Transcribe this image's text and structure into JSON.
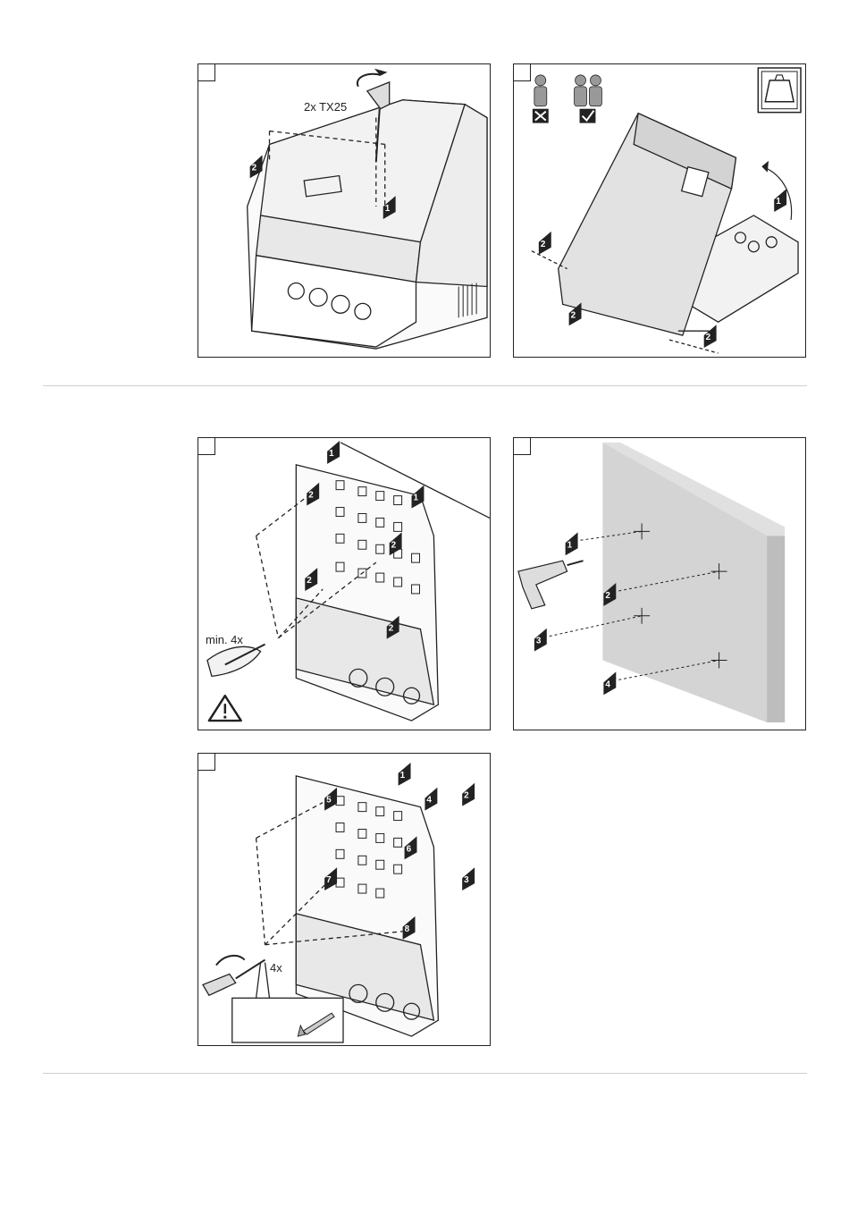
{
  "panels": {
    "p1": {
      "label_tool": "2x TX25",
      "tags": [
        "2",
        "1"
      ]
    },
    "p2": {
      "tags": [
        "1",
        "2",
        "2",
        "2"
      ]
    },
    "p3": {
      "label_min": "min. 4x",
      "tags": [
        "1",
        "1",
        "2",
        "2",
        "2",
        "2"
      ]
    },
    "p4": {
      "tags": [
        "1",
        "2",
        "3",
        "4"
      ]
    },
    "p5": {
      "label_qty": "4x",
      "tags": [
        "1",
        "2",
        "3",
        "4",
        "5",
        "6",
        "7",
        "8"
      ]
    }
  },
  "icons": {
    "screwdriver": "screwdriver-icon",
    "person_single": "person-icon",
    "person_pair": "two-persons-icon",
    "weight": "weight-icon",
    "drill": "drill-icon",
    "warning": "warning-icon",
    "screw": "screw-icon"
  },
  "colors": {
    "line": "#222222",
    "tag_fill": "#222222",
    "wall": "#d4d4d4",
    "divider": "#cfcfcf"
  }
}
